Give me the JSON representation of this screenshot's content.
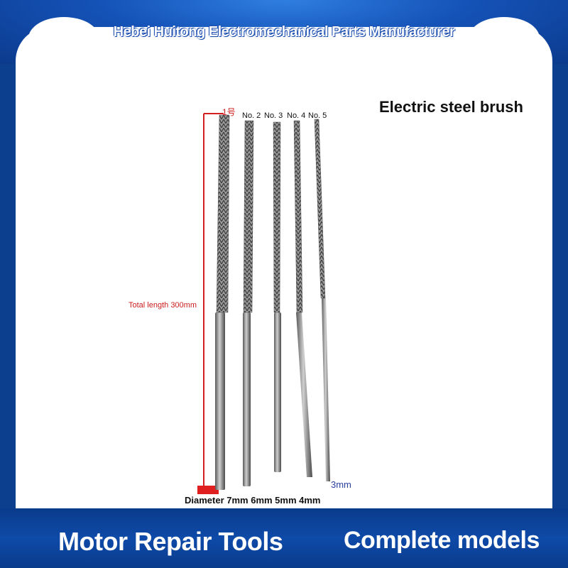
{
  "header": {
    "company": "Hebei Huitong Electromechanical Parts Manufacturer"
  },
  "product": {
    "title": "Electric steel brush"
  },
  "labels": {
    "one": "1号",
    "models": [
      "No. 2",
      "No. 3",
      "No. 4",
      "No. 5"
    ],
    "total_length": "Total length 300mm",
    "diameter": "Diameter 7mm 6mm 5mm 4mm",
    "three_mm": "3mm"
  },
  "footer": {
    "left": "Motor Repair Tools",
    "right": "Complete models"
  },
  "colors": {
    "brand_blue": "#0d3f8f",
    "accent_red": "#cc1c1c",
    "card": "#ffffff"
  }
}
